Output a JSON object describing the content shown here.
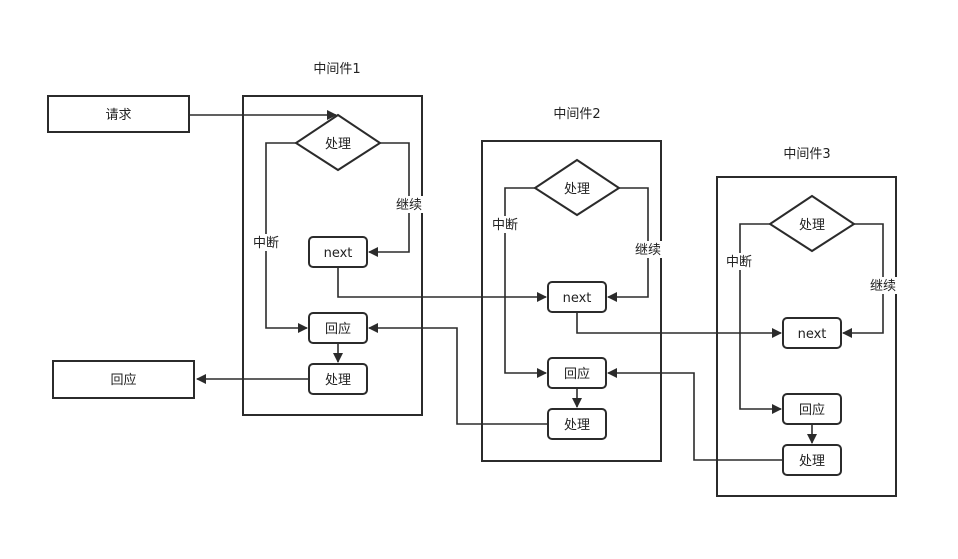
{
  "request": "请求",
  "response": "回应",
  "middlewares": [
    {
      "title": "中间件1",
      "decision": "处理",
      "next": "next",
      "respond": "回应",
      "process": "处理",
      "continue": "继续",
      "interrupt": "中断"
    },
    {
      "title": "中间件2",
      "decision": "处理",
      "next": "next",
      "respond": "回应",
      "process": "处理",
      "continue": "继续",
      "interrupt": "中断"
    },
    {
      "title": "中间件3",
      "decision": "处理",
      "next": "next",
      "respond": "回应",
      "process": "处理",
      "continue": "继续",
      "interrupt": "中断"
    }
  ]
}
